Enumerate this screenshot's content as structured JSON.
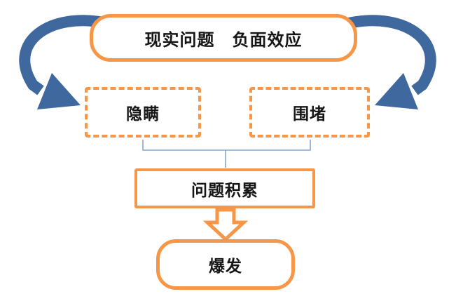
{
  "diagram": {
    "title": "problem-escalation-flow",
    "top_box": {
      "label": "现实问题　负面效应"
    },
    "conceal_box": {
      "label": "隐瞒"
    },
    "contain_box": {
      "label": "围堵"
    },
    "accumulate_box": {
      "label": "问题积累"
    },
    "burst_box": {
      "label": "爆发"
    },
    "colors": {
      "box_border": "#F79646",
      "box_fill": "#FFFFFF",
      "arrow_blue": "#3F689E",
      "connector_blue": "#86A6CC"
    }
  }
}
